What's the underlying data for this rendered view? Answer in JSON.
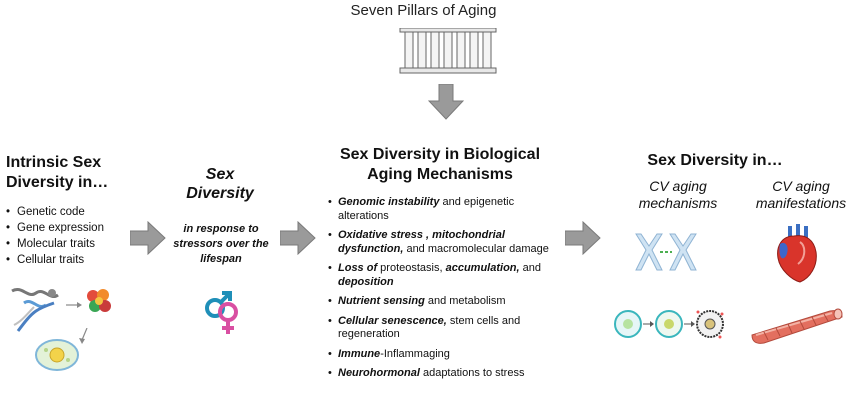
{
  "header": {
    "title": "Seven Pillars of Aging"
  },
  "col1": {
    "title": "Intrinsic Sex Diversity in…",
    "items": [
      "Genetic code",
      "Gene expression",
      "Molecular traits",
      "Cellular traits"
    ]
  },
  "col2": {
    "title": "Sex Diversity",
    "subtitle": "in response to stressors over the lifespan"
  },
  "col3": {
    "title": "Sex Diversity in Biological Aging Mechanisms",
    "items": [
      {
        "bold": "Genomic instability",
        "rest": " and epigenetic alterations"
      },
      {
        "bold": "Oxidative stress , mitochondrial dysfunction,",
        "rest": " and macromolecular damage"
      },
      {
        "bold": "Loss of",
        "rest": " proteostasis, ",
        "bold2": "accumulation,",
        "rest2": " and ",
        "bold3": "deposition"
      },
      {
        "bold": "Nutrient sensing",
        "rest": " and metabolism"
      },
      {
        "bold": "Cellular senescence,",
        "rest": " stem cells and regeneration"
      },
      {
        "bold": "Immune",
        "rest": "-Inflammaging"
      },
      {
        "bold": "Neurohormonal",
        "rest": " adaptations to stress"
      }
    ]
  },
  "col4": {
    "title": "Sex Diversity in…",
    "left_label": "CV aging mechanisms",
    "right_label": "CV aging manifestations"
  },
  "icons": {
    "pillars": "pillars-icon",
    "down_arrow": "down-arrow-icon",
    "right_arrow": "right-arrow-icon",
    "dna": "dna-icon",
    "protein": "protein-icon",
    "cell": "cell-icon",
    "sex_symbols": "sex-symbols-icon",
    "chromosomes": "chromosome-icon",
    "cell_senescence": "cell-senescence-icon",
    "heart": "heart-icon",
    "vessel": "blood-vessel-icon"
  },
  "colors": {
    "arrow": "#999999",
    "male": "#1f8fb8",
    "female": "#d94fa2"
  }
}
